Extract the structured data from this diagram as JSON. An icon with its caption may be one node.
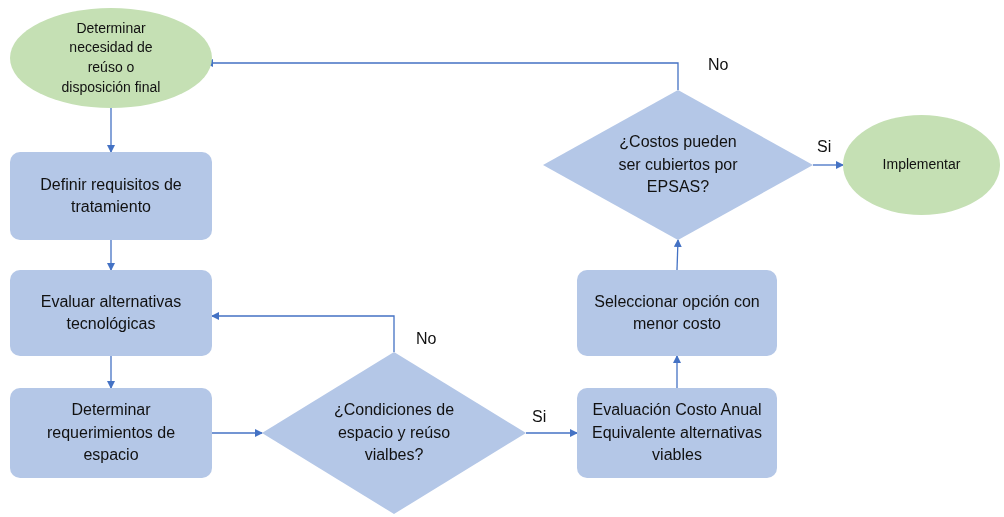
{
  "diagram": {
    "nodes": [
      {
        "text": [
          "Determinar necesidad de reúso o disposición final"
        ]
      },
      {
        "text": [
          "Definir requisitos de tratamiento"
        ]
      },
      {
        "text": [
          "Evaluar alternativas tecnológicas"
        ]
      },
      {
        "text": [
          "Determinar requerimientos de espacio"
        ]
      },
      {
        "text": [
          "¿Condiciones de espacio y reúso vialbes?"
        ]
      },
      {
        "text": [
          "Evaluación Costo Anual Equivalente alternativas viables"
        ]
      },
      {
        "text": [
          "Seleccionar opción con menor costo"
        ]
      },
      {
        "text": [
          "¿Costos pueden ser cubiertos por EPSAS?"
        ]
      },
      {
        "text": [
          "Implementar"
        ]
      }
    ],
    "edges": [
      {
        "from": 0,
        "to": 1,
        "arrow": "to"
      },
      {
        "from": 1,
        "to": 2,
        "arrow": "to"
      },
      {
        "from": 2,
        "to": 3,
        "arrow": "to"
      },
      {
        "from": 3,
        "to": 4,
        "arrow": "to"
      },
      {
        "from": 4,
        "to": 5,
        "arrow": "to",
        "label": "Si"
      },
      {
        "from": 4,
        "to": 2,
        "arrow": "to",
        "label": "No"
      },
      {
        "from": 5,
        "to": 6,
        "arrow": "to"
      },
      {
        "from": 6,
        "to": 7,
        "arrow": "to"
      },
      {
        "from": 7,
        "to": 8,
        "arrow": "to",
        "label": "Si"
      },
      {
        "from": 7,
        "to": 0,
        "arrow": "to",
        "label": "No"
      }
    ]
  }
}
